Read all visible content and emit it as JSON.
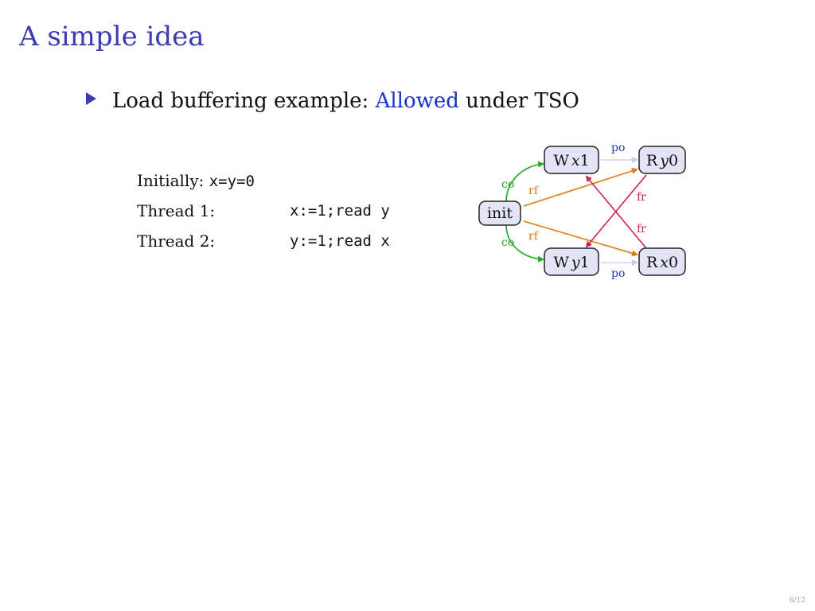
{
  "slide": {
    "title": "A simple idea",
    "bullet": {
      "prefix": "Load buffering example: ",
      "highlight": "Allowed",
      "suffix": " under TSO"
    },
    "initially": {
      "label": "Initially: ",
      "code": "x=y=0"
    },
    "threads": [
      {
        "label": "Thread 1:",
        "code": "x:=1;read y"
      },
      {
        "label": "Thread 2:",
        "code": "y:=1;read x"
      }
    ],
    "page_number": "6/12"
  },
  "diagram": {
    "nodes": {
      "init": "init",
      "wx1": {
        "op": "W",
        "var": "x",
        "val": "1"
      },
      "ry0": {
        "op": "R",
        "var": "y",
        "val": "0"
      },
      "wy1": {
        "op": "W",
        "var": "y",
        "val": "1"
      },
      "rx0": {
        "op": "R",
        "var": "x",
        "val": "0"
      }
    },
    "edges": {
      "co_top": "co",
      "co_bottom": "co",
      "rf_top": "rf",
      "rf_bottom": "rf",
      "po_top": "po",
      "po_bottom": "po",
      "fr_top": "fr",
      "fr_bottom": "fr"
    },
    "colors": {
      "co": "#22aa22",
      "rf": "#e07b10",
      "fr": "#cc2255",
      "po": "#2233cc",
      "node_fill": "#e4e4f6",
      "node_stroke": "#222222"
    }
  }
}
